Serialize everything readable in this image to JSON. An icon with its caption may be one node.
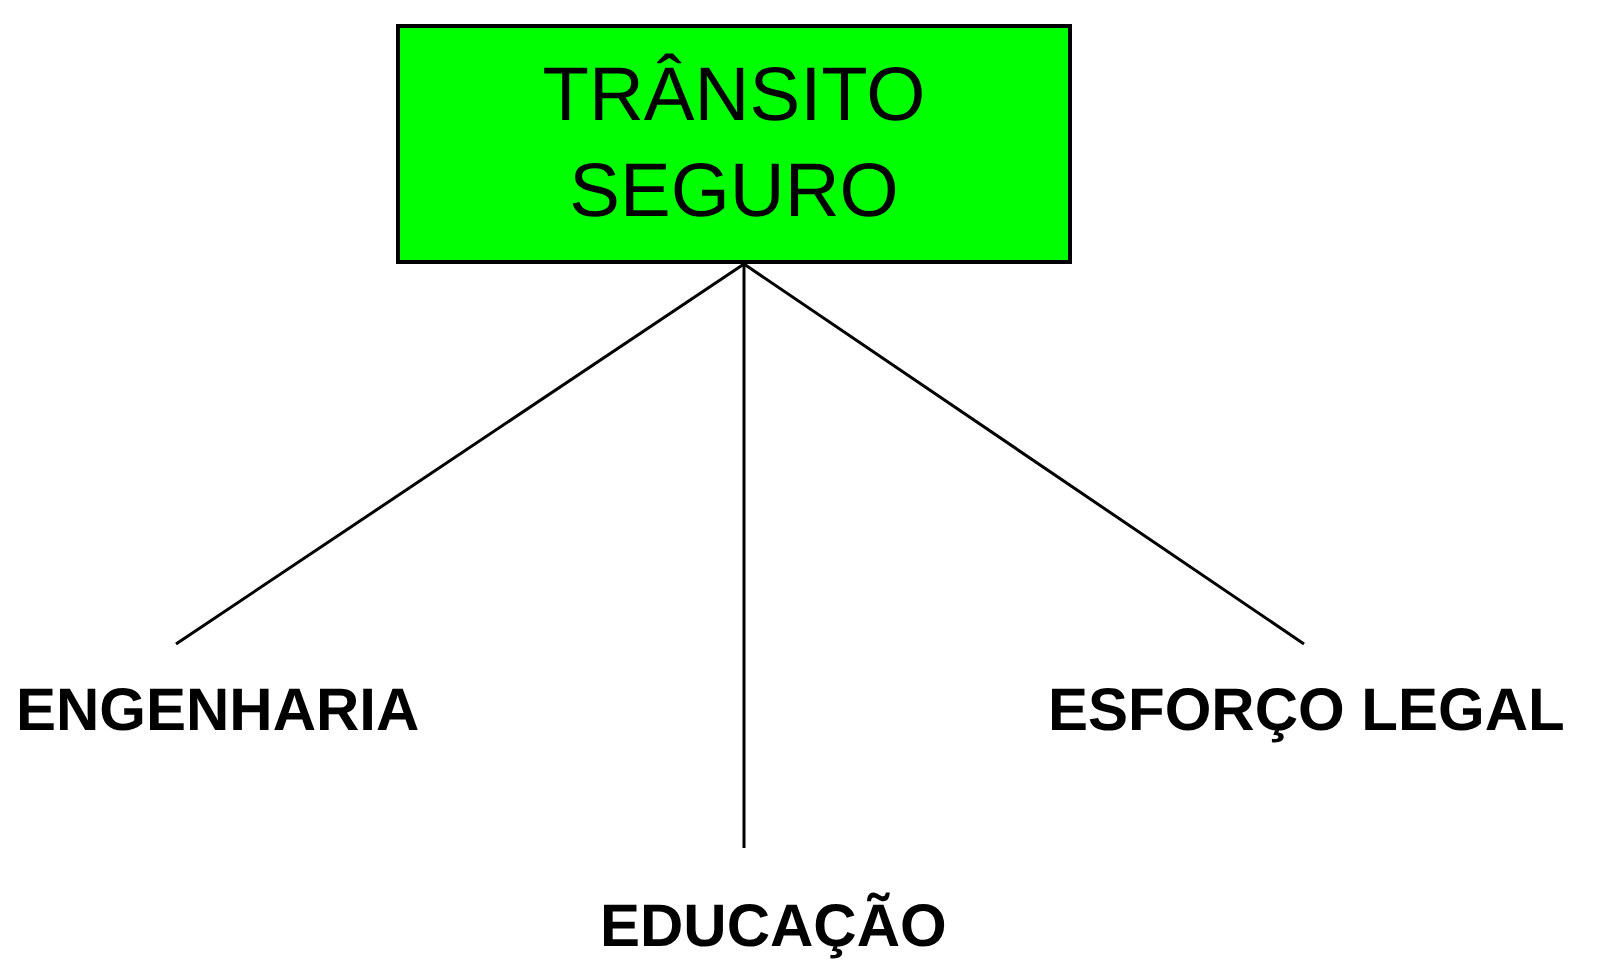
{
  "diagram": {
    "nodes": [
      {
        "text": [
          "TRÂNSITO SEGURO"
        ]
      },
      {
        "text": [
          "ENGENHARIA"
        ]
      },
      {
        "text": [
          "ESFORÇO LEGAL"
        ]
      },
      {
        "text": [
          "EDUCAÇÃO"
        ]
      }
    ],
    "edges": [
      {
        "from": 0,
        "to": 1,
        "arrow": "none"
      },
      {
        "from": 0,
        "to": 3,
        "arrow": "none"
      },
      {
        "from": 0,
        "to": 2,
        "arrow": "none"
      }
    ]
  }
}
